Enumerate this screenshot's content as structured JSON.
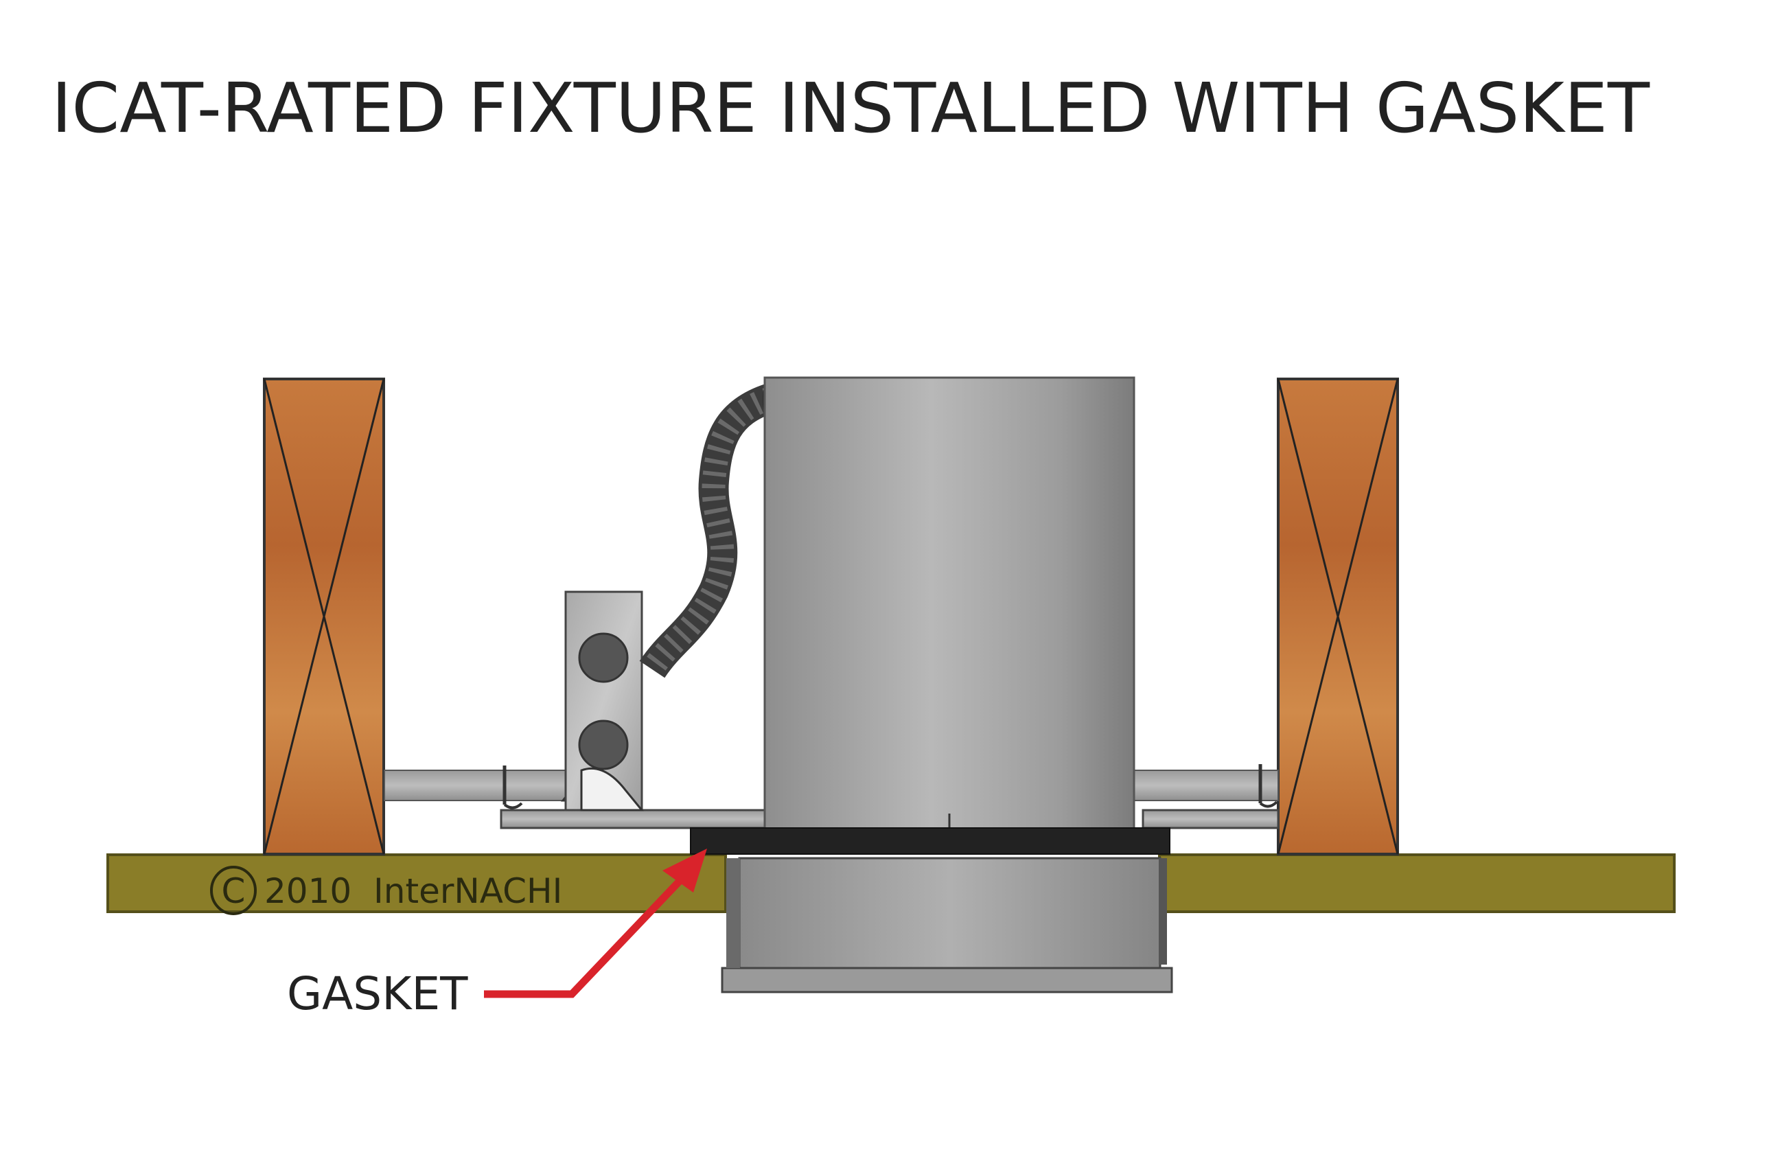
{
  "title": "ICAT-RATED FIXTURE INSTALLED WITH GASKET",
  "labels": {
    "gasket": "GASKET"
  },
  "copyright": {
    "symbol": "C",
    "text": "2010  InterNACHI"
  },
  "colors": {
    "wood_joist": "#c0723a",
    "drywall": "#8a7d28",
    "fixture_can": "#a6a6a6",
    "gasket": "#222222",
    "arrow": "#d9232b"
  }
}
